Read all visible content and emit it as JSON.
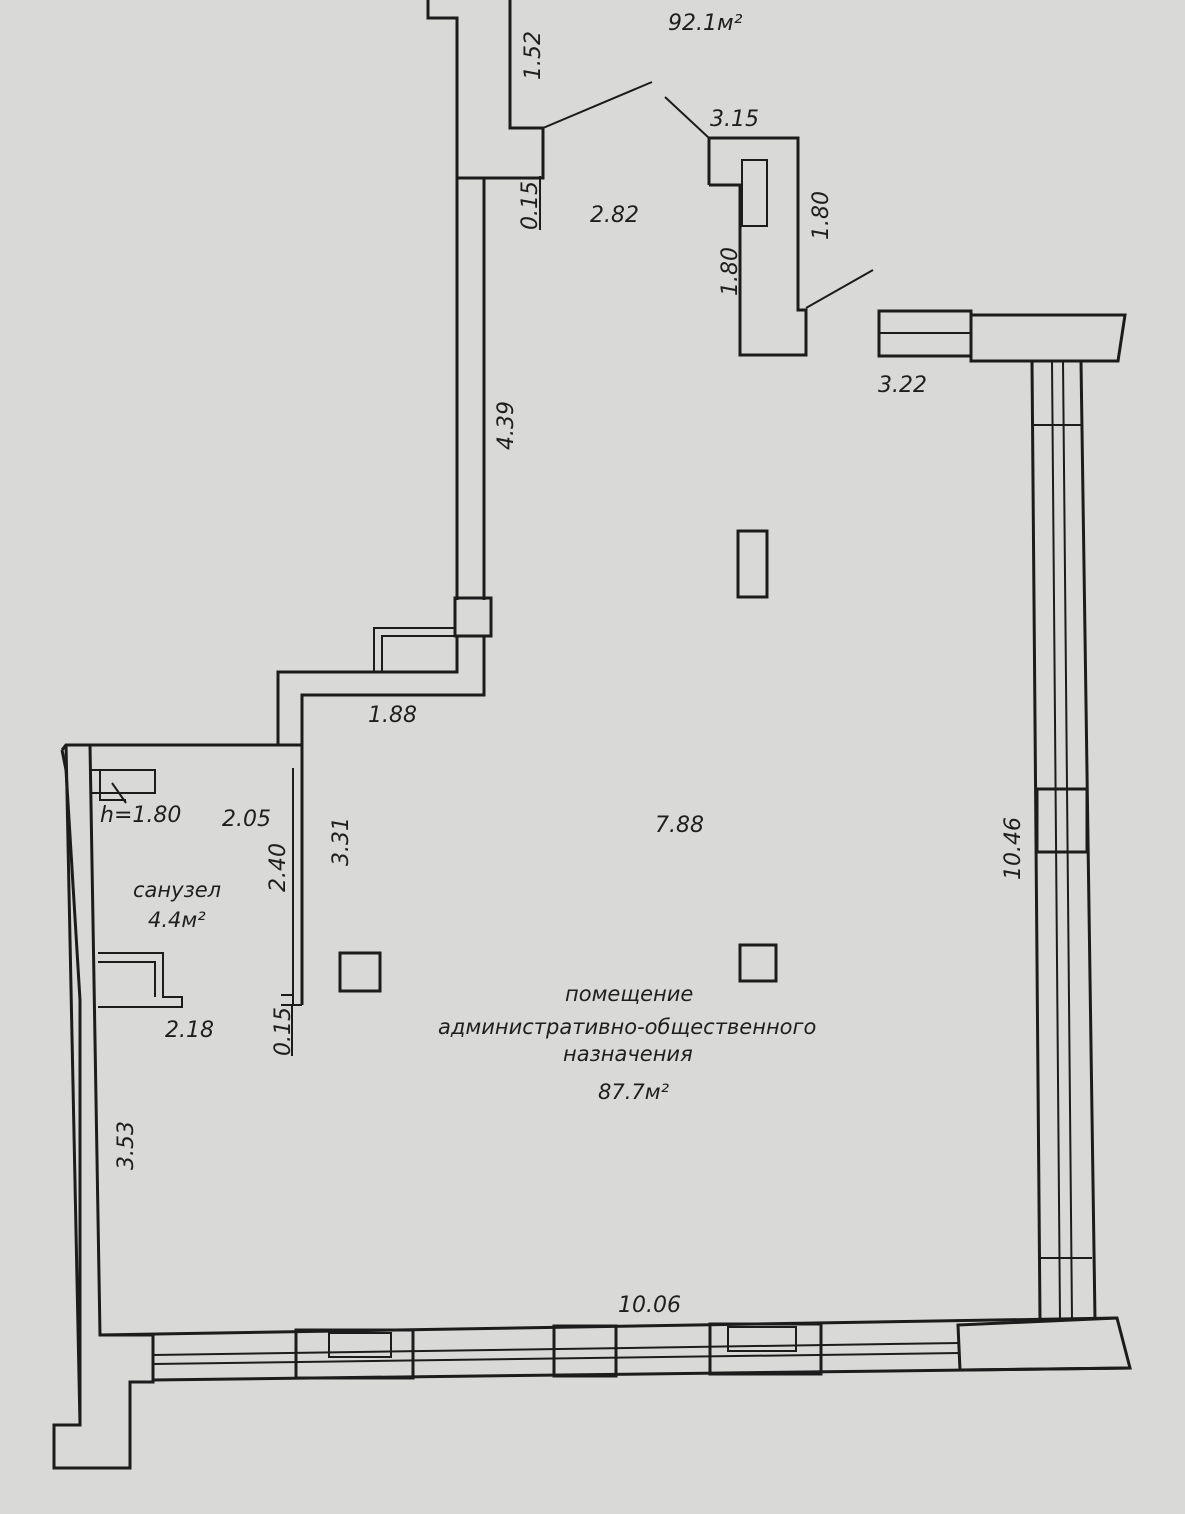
{
  "plan": {
    "total_area": "92.1м²",
    "main_room": {
      "line1": "помещение",
      "line2": "административно-общественного",
      "line3": "назначения",
      "area": "87.7м²"
    },
    "bathroom": {
      "name": "санузел",
      "area": "4.4м²",
      "height": "h=1.80"
    },
    "dimensions": {
      "d_1_52": "1.52",
      "d_3_15": "3.15",
      "d_0_15_top": "0.15",
      "d_2_82": "2.82",
      "d_1_80_a": "1.80",
      "d_1_80_b": "1.80",
      "d_3_22": "3.22",
      "d_4_39": "4.39",
      "d_1_88": "1.88",
      "d_2_05": "2.05",
      "d_3_31": "3.31",
      "d_2_40": "2.40",
      "d_7_88": "7.88",
      "d_10_46": "10.46",
      "d_2_18": "2.18",
      "d_0_15_bottom": "0.15",
      "d_3_53": "3.53",
      "d_10_06": "10.06"
    }
  }
}
